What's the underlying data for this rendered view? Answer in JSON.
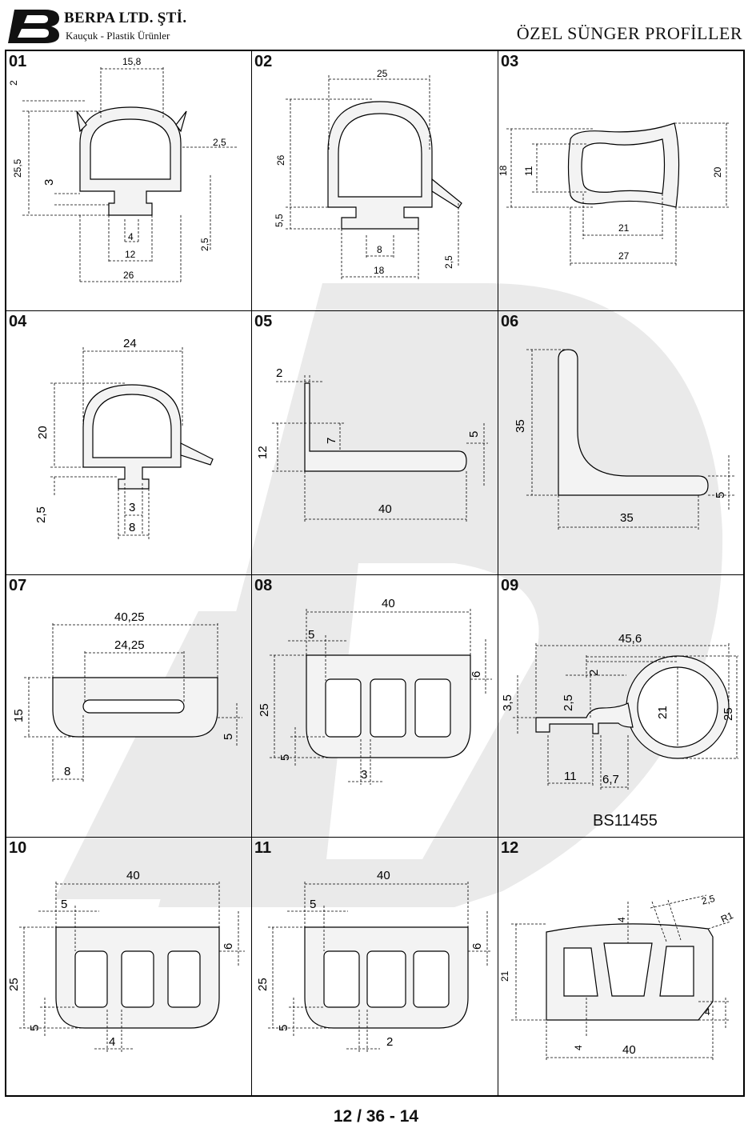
{
  "header": {
    "company": "BERPA LTD. ŞTİ.",
    "tagline": "Kauçuk - Plastik Ürünler",
    "category": "ÖZEL SÜNGER PROFİLLER",
    "logo_letter": "B"
  },
  "colors": {
    "watermark": "#e9e9e9",
    "profile_fill": "#f3f3f3",
    "line": "#000000"
  },
  "profiles": [
    {
      "num": "01",
      "dims": {
        "w_top": "15,8",
        "t": "2",
        "h": "25,5",
        "lip": "3",
        "flange": "2,5",
        "stem": "4",
        "base": "12",
        "width": "26",
        "side": "2,5"
      }
    },
    {
      "num": "02",
      "dims": {
        "w_top": "25",
        "h": "26",
        "lip": "5,5",
        "stem": "8",
        "base": "18",
        "flange": "2,5"
      }
    },
    {
      "num": "03",
      "dims": {
        "h_outer": "18",
        "h_inner": "11",
        "h_right": "20",
        "w_inner": "21",
        "w_outer": "27"
      }
    },
    {
      "num": "04",
      "dims": {
        "w_top": "24",
        "h": "20",
        "flange": "2,5",
        "stem": "3",
        "base": "8"
      }
    },
    {
      "num": "05",
      "dims": {
        "t": "2",
        "h": "12",
        "step": "7",
        "end": "5",
        "length": "40"
      }
    },
    {
      "num": "06",
      "dims": {
        "h": "35",
        "t": "5",
        "w": "35"
      }
    },
    {
      "num": "07",
      "dims": {
        "w": "40,25",
        "slot": "24,25",
        "h": "15",
        "edge": "5",
        "offset": "8"
      }
    },
    {
      "num": "08",
      "dims": {
        "w": "40",
        "wall": "5",
        "top": "6",
        "h": "25",
        "bottom": "5",
        "web": "3"
      }
    },
    {
      "num": "09",
      "dims": {
        "w": "45,6",
        "t": "2",
        "h_left": "3,5",
        "h_mid": "2,5",
        "d": "21",
        "h": "25",
        "flap": "11",
        "gap": "6,7"
      },
      "code": "BS11455"
    },
    {
      "num": "10",
      "dims": {
        "w": "40",
        "wall": "5",
        "top": "6",
        "h": "25",
        "bottom": "5",
        "web": "4"
      }
    },
    {
      "num": "11",
      "dims": {
        "w": "40",
        "wall": "5",
        "top": "6",
        "h": "25",
        "bottom": "5",
        "web": "2"
      }
    },
    {
      "num": "12",
      "dims": {
        "top": "4",
        "lip": "2,5",
        "r": "R1",
        "h": "21",
        "bottom": "4",
        "right": "4",
        "w": "40"
      }
    }
  ],
  "footer": {
    "page": "12 / 36 - 14"
  }
}
